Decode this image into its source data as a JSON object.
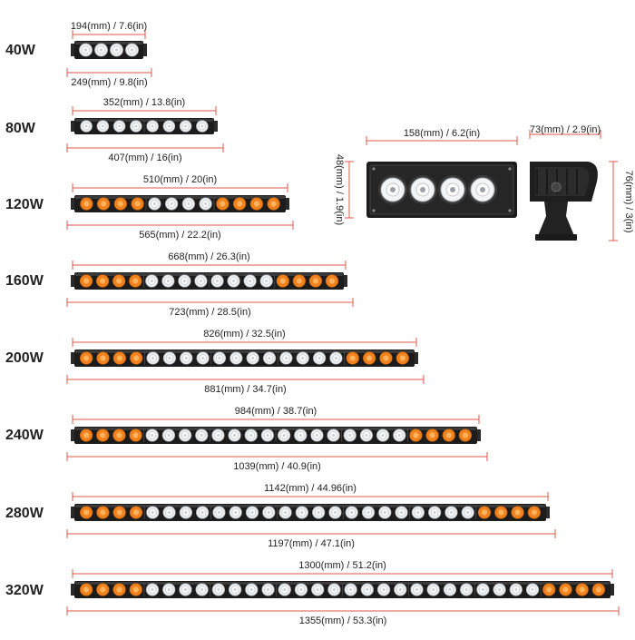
{
  "products": [
    {
      "watt": "40W",
      "top": "194(mm) / 7.6(in)",
      "bottom": "249(mm) / 9.8(in)",
      "pattern": [
        "w",
        "w",
        "w",
        "w"
      ]
    },
    {
      "watt": "80W",
      "top": "352(mm) / 13.8(in)",
      "bottom": "407(mm) / 16(in)",
      "pattern": [
        "w",
        "w",
        "w",
        "w",
        "w",
        "w",
        "w",
        "w"
      ]
    },
    {
      "watt": "120W",
      "top": "510(mm) / 20(in)",
      "bottom": "565(mm) / 22.2(in)",
      "pattern": [
        "a",
        "a",
        "a",
        "a",
        "w",
        "w",
        "w",
        "w",
        "a",
        "a",
        "a",
        "a"
      ]
    },
    {
      "watt": "160W",
      "top": "668(mm) / 26.3(in)",
      "bottom": "723(mm) / 28.5(in)",
      "pattern": [
        "a",
        "a",
        "a",
        "a",
        "w",
        "w",
        "w",
        "w",
        "w",
        "w",
        "w",
        "w",
        "a",
        "a",
        "a",
        "a"
      ]
    },
    {
      "watt": "200W",
      "top": "826(mm) / 32.5(in)",
      "bottom": "881(mm) / 34.7(in)",
      "pattern": [
        "a",
        "a",
        "a",
        "a",
        "w",
        "w",
        "w",
        "w",
        "w",
        "w",
        "w",
        "w",
        "w",
        "w",
        "w",
        "w",
        "a",
        "a",
        "a",
        "a"
      ]
    },
    {
      "watt": "240W",
      "top": "984(mm) / 38.7(in)",
      "bottom": "1039(mm) / 40.9(in)",
      "pattern": [
        "a",
        "a",
        "a",
        "a",
        "w",
        "w",
        "w",
        "w",
        "w",
        "w",
        "w",
        "w",
        "w",
        "w",
        "w",
        "w",
        "w",
        "w",
        "w",
        "w",
        "a",
        "a",
        "a",
        "a"
      ]
    },
    {
      "watt": "280W",
      "top": "1142(mm) / 44.96(in)",
      "bottom": "1197(mm) / 47.1(in)",
      "pattern": [
        "a",
        "a",
        "a",
        "a",
        "w",
        "w",
        "w",
        "w",
        "w",
        "w",
        "w",
        "w",
        "w",
        "w",
        "w",
        "w",
        "w",
        "w",
        "w",
        "w",
        "w",
        "w",
        "w",
        "w",
        "a",
        "a",
        "a",
        "a"
      ]
    },
    {
      "watt": "320W",
      "top": "1300(mm) / 51.2(in)",
      "bottom": "1355(mm) / 53.3(in)",
      "pattern": [
        "a",
        "a",
        "a",
        "a",
        "w",
        "w",
        "w",
        "w",
        "w",
        "w",
        "w",
        "w",
        "w",
        "w",
        "w",
        "w",
        "w",
        "w",
        "w",
        "w",
        "w",
        "w",
        "w",
        "w",
        "w",
        "w",
        "w",
        "w",
        "a",
        "a",
        "a",
        "a"
      ]
    }
  ],
  "detail": {
    "front_width": "158(mm) / 6.2(in)",
    "front_height": "48(mm) / 1.9(in)",
    "side_width": "73(mm) / 2.9(in)",
    "side_height": "76(mm) / 3(in)"
  },
  "colors": {
    "dimension_line": "#e0584a",
    "housing": "#1c1c1c",
    "amber": "#f0821e",
    "white_led": "#e9ecef"
  },
  "icons": [
    "led-bar-icon",
    "amber-led-icon",
    "white-led-icon",
    "mount-bracket-icon"
  ]
}
